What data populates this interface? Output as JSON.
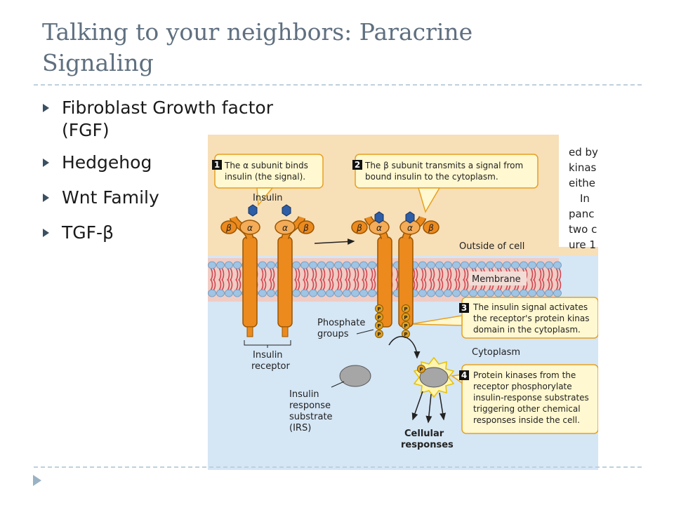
{
  "slide": {
    "title_line1": "Talking to your neighbors: Paracrine",
    "title_line2": "Signaling",
    "bullets": [
      "Fibroblast Growth factor",
      "(FGF)",
      "Hedgehog",
      "Wnt Family",
      "TGF-β"
    ]
  },
  "figure": {
    "callout1": {
      "num": "1",
      "lines": [
        "The α subunit binds",
        "insulin (the signal)."
      ]
    },
    "callout2": {
      "num": "2",
      "lines": [
        "The β subunit transmits a signal from",
        "bound insulin to the cytoplasm."
      ]
    },
    "callout3": {
      "num": "3",
      "lines": [
        "The insulin signal activates",
        "the receptor's protein kinas",
        "domain in the cytoplasm."
      ]
    },
    "callout4": {
      "num": "4",
      "lines": [
        "Protein kinases from the",
        "receptor phosphorylate",
        "insulin-response substrates",
        "triggering other chemical",
        "responses inside the cell."
      ]
    },
    "labels": {
      "insulin": "Insulin",
      "outside": "Outside of cell",
      "membrane": "Membrane",
      "phosphate1": "Phosphate",
      "phosphate2": "groups",
      "cytoplasm": "Cytoplasm",
      "receptor1": "Insulin",
      "receptor2": "receptor",
      "irs1": "Insulin",
      "irs2": "response",
      "irs3": "substrate",
      "irs4": "(IRS)",
      "cellular1": "Cellular",
      "cellular2": "responses",
      "alpha": "α",
      "beta": "β",
      "p": "P"
    },
    "partial_text": [
      "ed by",
      "kinas",
      "eithe",
      "In",
      "panc",
      "two c",
      "ure 1"
    ],
    "colors": {
      "outside": "#f7dfb8",
      "cytoplasm": "#d5e6f5",
      "membrane_head": "#9fc4e4",
      "membrane_tail": "#d24650",
      "receptor": "#ec8a1e",
      "insulin": "#2d5ea6",
      "callout": "#fff8d0",
      "phosphate": "#e0a020",
      "irs": "#a6a6a6"
    }
  }
}
